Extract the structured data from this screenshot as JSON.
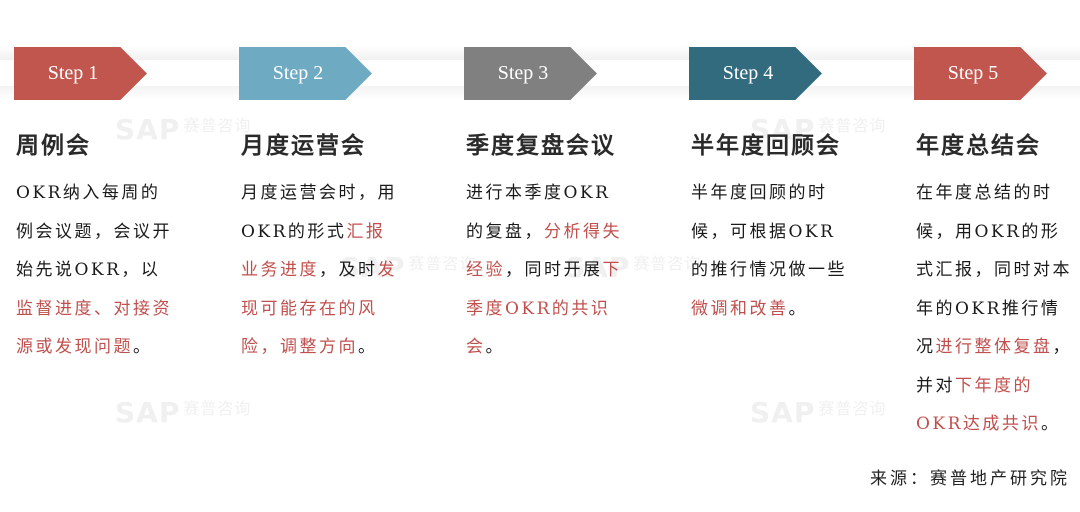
{
  "colors": {
    "red": "#c0564e",
    "light_blue": "#6eaac2",
    "gray": "#808080",
    "teal": "#336b7e",
    "highlight": "#c0504d"
  },
  "watermark": {
    "logo": "SAP",
    "name": "赛普咨询"
  },
  "steps": [
    {
      "label": "Step 1",
      "title": "周例会",
      "segments": [
        {
          "text": "OKR纳入每周的例会议题，会议开始先说OKR，以",
          "hl": false
        },
        {
          "text": "监督进度、对接资源或发现问题",
          "hl": true
        },
        {
          "text": "。",
          "hl": false
        }
      ]
    },
    {
      "label": "Step 2",
      "title": "月度运营会",
      "segments": [
        {
          "text": "月度运营会时，用OKR的形式",
          "hl": false
        },
        {
          "text": "汇报业务进度",
          "hl": true
        },
        {
          "text": "，及时",
          "hl": false
        },
        {
          "text": "发现可能存在的风险，调整方向",
          "hl": true
        },
        {
          "text": "。",
          "hl": false
        }
      ]
    },
    {
      "label": "Step 3",
      "title": "季度复盘会议",
      "segments": [
        {
          "text": "进行本季度OKR的复盘，",
          "hl": false
        },
        {
          "text": "分析得失经验",
          "hl": true
        },
        {
          "text": "，同时开展",
          "hl": false
        },
        {
          "text": "下季度OKR的共识会",
          "hl": true
        },
        {
          "text": "。",
          "hl": false
        }
      ]
    },
    {
      "label": "Step 4",
      "title": "半年度回顾会",
      "segments": [
        {
          "text": "半年度回顾的时候，可根据OKR的推行情况做一些",
          "hl": false
        },
        {
          "text": "微调和改善",
          "hl": true
        },
        {
          "text": "。",
          "hl": false
        }
      ]
    },
    {
      "label": "Step 5",
      "title": "年度总结会",
      "segments": [
        {
          "text": "在年度总结的时候，用OKR的形式汇报，同时对本年的OKR推行情况",
          "hl": false
        },
        {
          "text": "进行整体复盘",
          "hl": true
        },
        {
          "text": "，并对",
          "hl": false
        },
        {
          "text": "下年度的OKR达成共识",
          "hl": true
        },
        {
          "text": "。",
          "hl": false
        }
      ]
    }
  ],
  "source": "来源：赛普地产研究院"
}
